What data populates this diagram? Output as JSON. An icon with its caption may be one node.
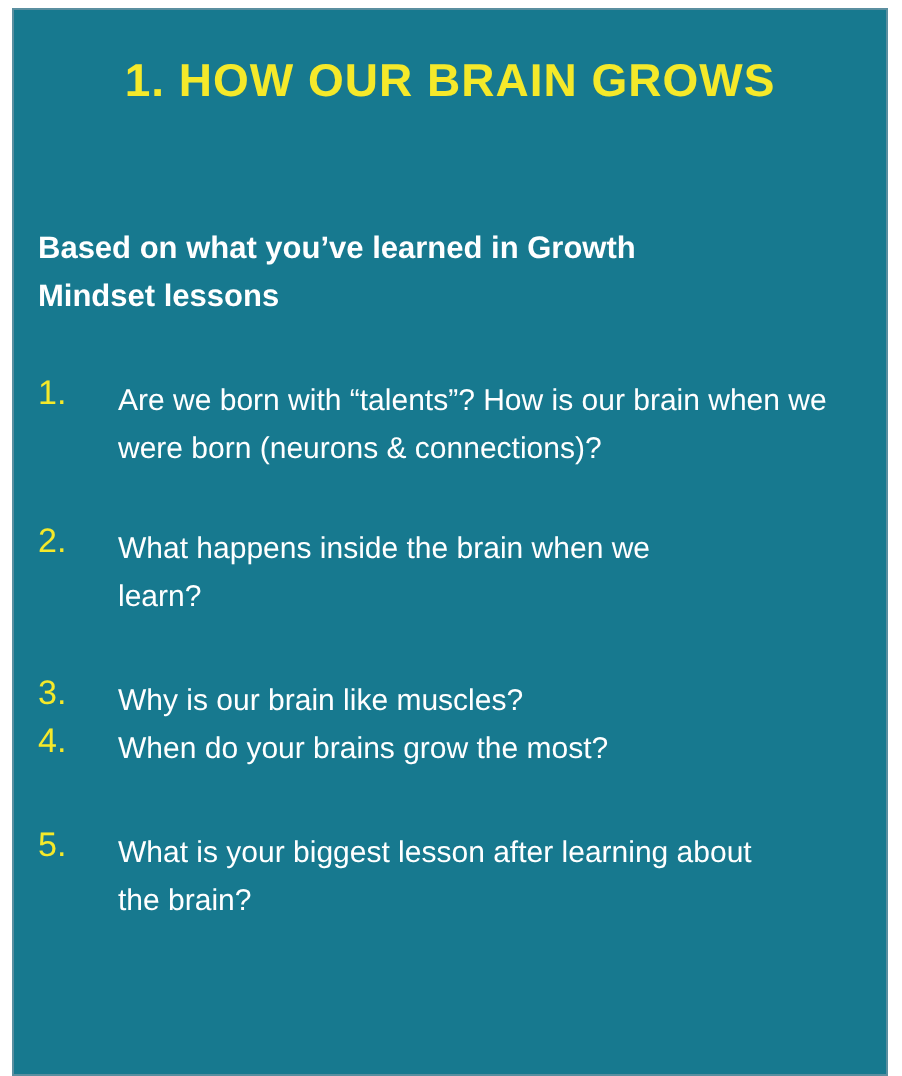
{
  "diagram": {
    "title": "1. HOW OUR BRAIN GROWS",
    "labels": [
      "Based on what you’ve learned in Growth Mindset lessons",
      "1.",
      "Are we born with “talents”? How is our brain when we were born (neurons & connections)?",
      "2.",
      "What happens inside the brain when we learn?",
      "3.",
      "Why is our brain like muscles?",
      "4.",
      "When do your brains grow the most?",
      "5.",
      "What is your biggest lesson after learning about the brain?"
    ]
  }
}
